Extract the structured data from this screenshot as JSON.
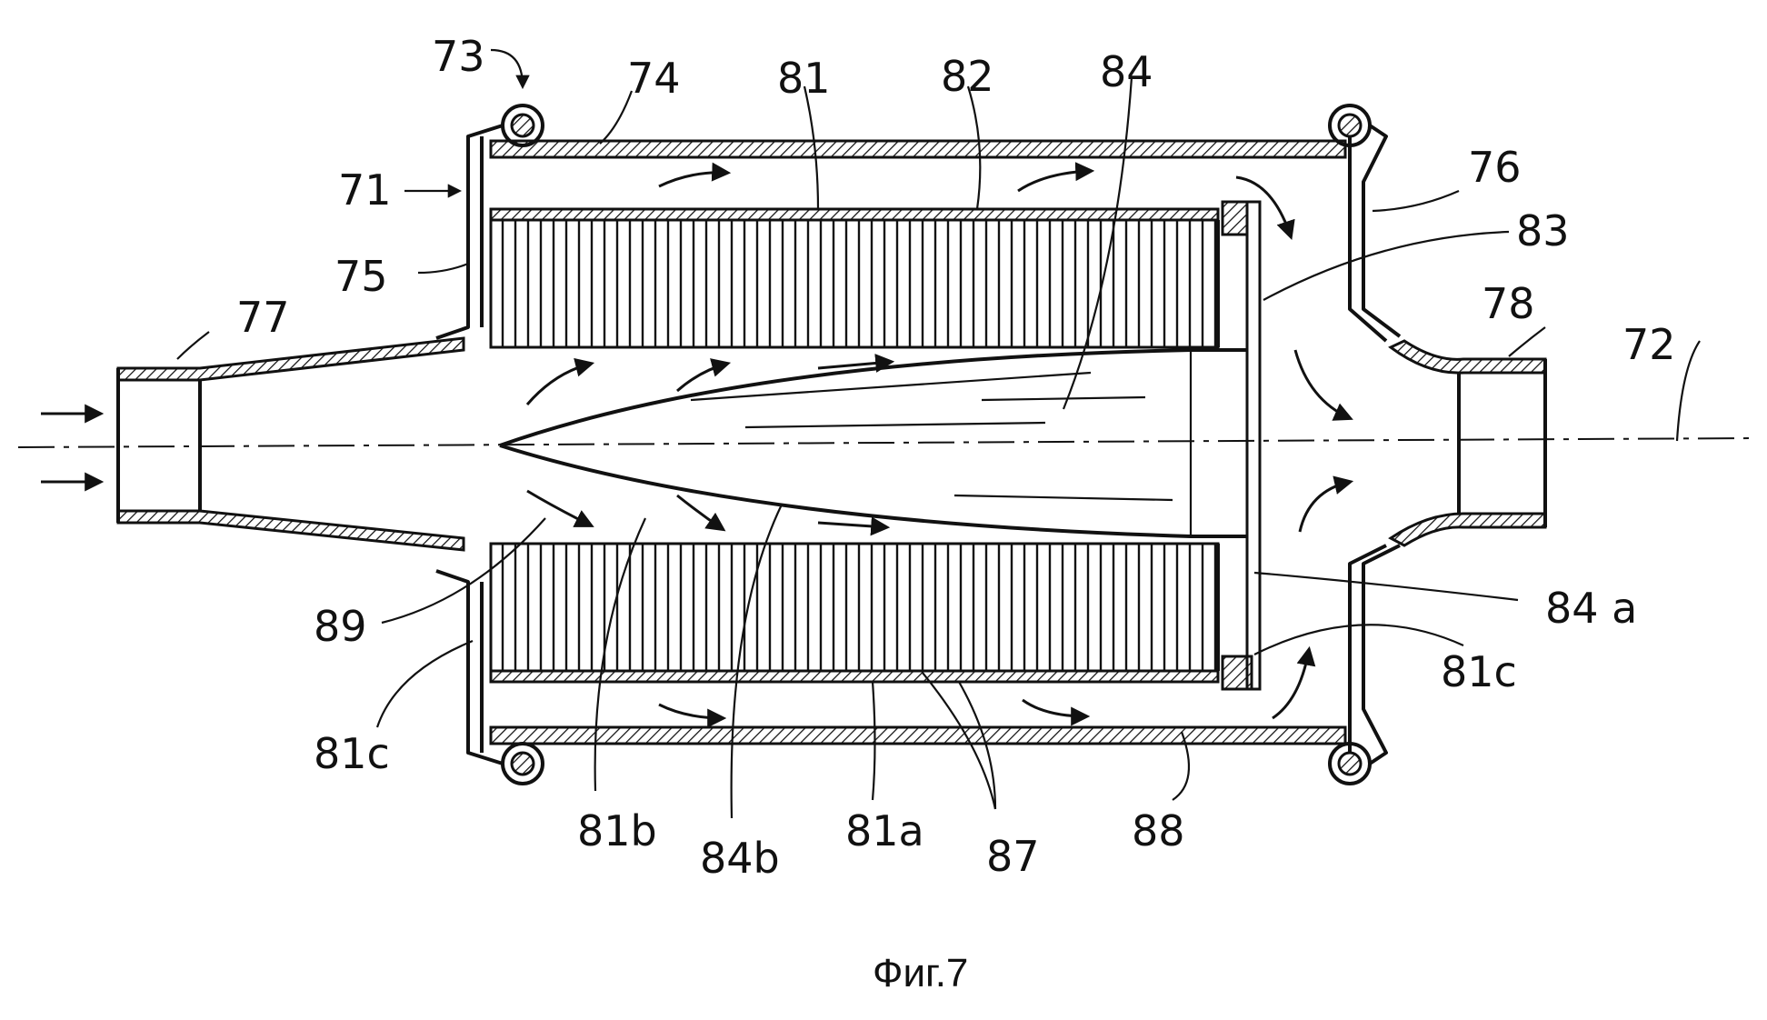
{
  "labels": {
    "l73": "73",
    "l74": "74",
    "l81": "81",
    "l82": "82",
    "l84": "84",
    "l71": "71",
    "l76": "76",
    "l83": "83",
    "l75": "75",
    "l77": "77",
    "l78": "78",
    "l72": "72",
    "l89": "89",
    "l84a": "84 a",
    "l81c_left": "81c",
    "l81c_right": "81c",
    "l81b": "81b",
    "l84b": "84b",
    "l81a": "81a",
    "l87": "87",
    "l88": "88"
  },
  "caption": "Фиг.7"
}
